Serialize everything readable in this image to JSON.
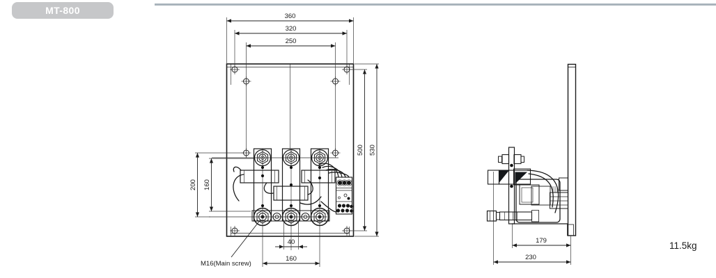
{
  "badge": {
    "label": "MT-800"
  },
  "front_view": {
    "dim_overall_width": "360",
    "dim_mount_hole_spacing_outer": "320",
    "dim_mount_hole_spacing_inner": "250",
    "dim_mount_hole_spacing_vertical": "500",
    "dim_overall_height": "530",
    "dim_side_hole_spacing_vertical": "200",
    "dim_terminal_spacing_vertical": "160",
    "dim_busbar_width": "40",
    "dim_terminal_spacing_horizontal": "160",
    "main_screw_label": "M16(Main screw)"
  },
  "side_view": {
    "dim_body_depth": "179",
    "dim_overall_depth": "230"
  },
  "weight_label": "11.5kg",
  "colors": {
    "line": "#1c1c1c",
    "plate_top": "#eef3f9",
    "plate_bottom": "#cbdbeb",
    "body_fill": "#dbe7f3",
    "badge_bg": "#c6c7c9",
    "badge_text": "#ffffff",
    "divider": "#a9b4bc"
  }
}
